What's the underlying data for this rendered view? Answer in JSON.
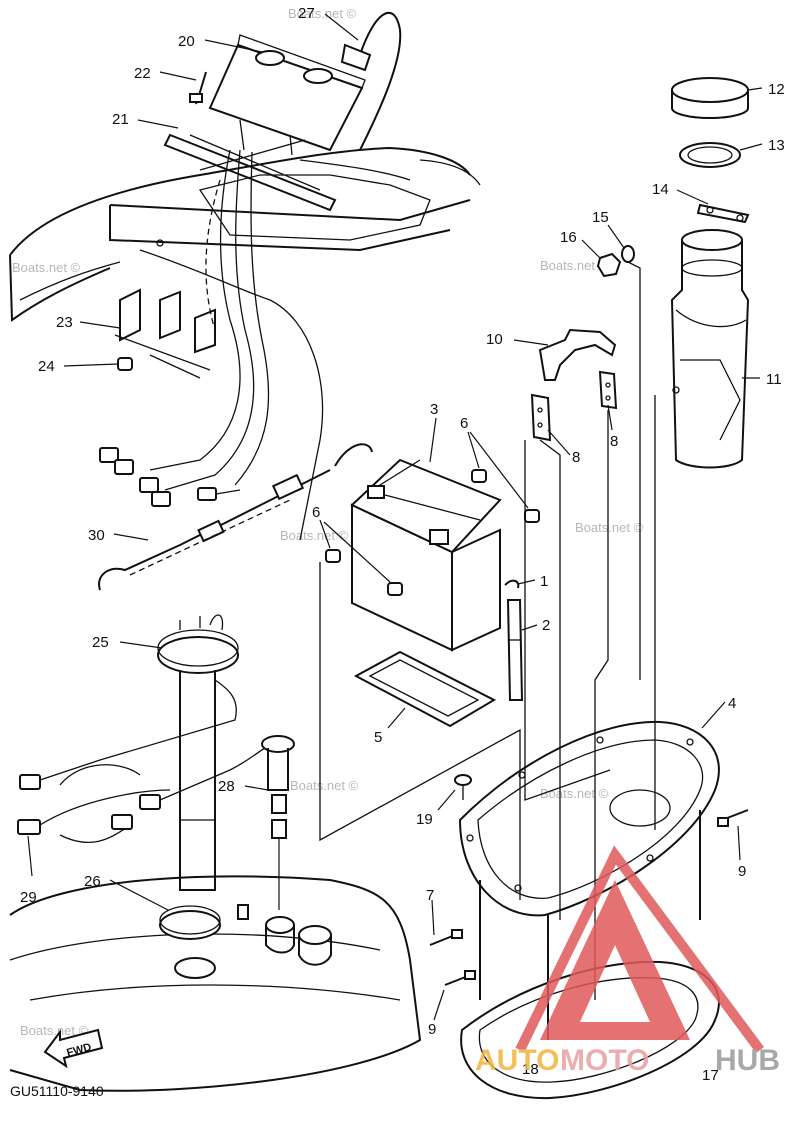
{
  "diagram_code": "GU51110-9140",
  "direction_label": "FWD",
  "watermark_text": "Boats.net ©",
  "logo": {
    "part1": "AUTO",
    "part2": "MOTO",
    "part3": "HUB",
    "colors": {
      "auto": "#f2b441",
      "moto": "#e8a0a0",
      "hub": "#9a9a9a",
      "triangle": "#e05a5a"
    }
  },
  "callouts": [
    {
      "id": "c27",
      "text": "27"
    },
    {
      "id": "c20",
      "text": "20"
    },
    {
      "id": "c22",
      "text": "22"
    },
    {
      "id": "c21",
      "text": "21"
    },
    {
      "id": "c23",
      "text": "23"
    },
    {
      "id": "c24",
      "text": "24"
    },
    {
      "id": "c30",
      "text": "30"
    },
    {
      "id": "c25",
      "text": "25"
    },
    {
      "id": "c28",
      "text": "28"
    },
    {
      "id": "c29",
      "text": "29"
    },
    {
      "id": "c26",
      "text": "26"
    },
    {
      "id": "c12",
      "text": "12"
    },
    {
      "id": "c13",
      "text": "13"
    },
    {
      "id": "c14",
      "text": "14"
    },
    {
      "id": "c15",
      "text": "15"
    },
    {
      "id": "c16",
      "text": "16"
    },
    {
      "id": "c11",
      "text": "11"
    },
    {
      "id": "c10",
      "text": "10"
    },
    {
      "id": "c8a",
      "text": "8"
    },
    {
      "id": "c8b",
      "text": "8"
    },
    {
      "id": "c3",
      "text": "3"
    },
    {
      "id": "c6a",
      "text": "6"
    },
    {
      "id": "c6b",
      "text": "6"
    },
    {
      "id": "c1",
      "text": "1"
    },
    {
      "id": "c2",
      "text": "2"
    },
    {
      "id": "c5",
      "text": "5"
    },
    {
      "id": "c4",
      "text": "4"
    },
    {
      "id": "c19",
      "text": "19"
    },
    {
      "id": "c9a",
      "text": "9"
    },
    {
      "id": "c7",
      "text": "7"
    },
    {
      "id": "c9b",
      "text": "9"
    },
    {
      "id": "c18",
      "text": "18"
    },
    {
      "id": "c17",
      "text": "17"
    }
  ]
}
